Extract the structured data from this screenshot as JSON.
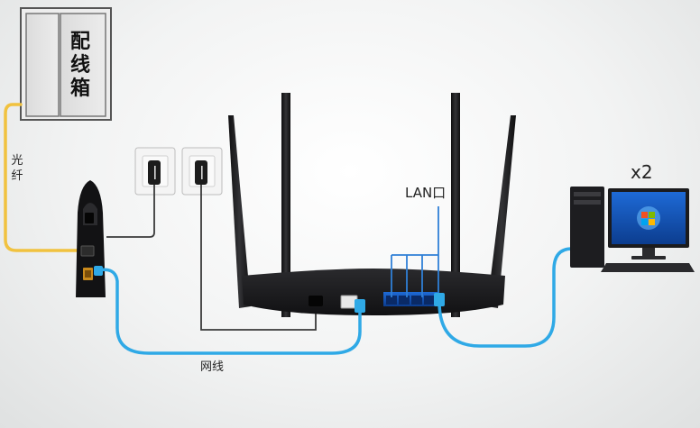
{
  "labels": {
    "distribution_box": [
      "配",
      "线",
      "箱"
    ],
    "fiber": [
      "光",
      "纤"
    ],
    "lan_port": "LAN口",
    "computer_count": "x2",
    "network_cable": "网线"
  },
  "colors": {
    "fiber_cable": "#f1c23f",
    "network_cable": "#2fa9e6",
    "lan_highlight": "#2f7fd6",
    "device_body": "#1b1b1d"
  },
  "icons": {
    "modem": "fiber-modem-icon",
    "router": "wireless-router-icon",
    "computer": "desktop-computer-icon",
    "outlet": "power-outlet-icon"
  }
}
